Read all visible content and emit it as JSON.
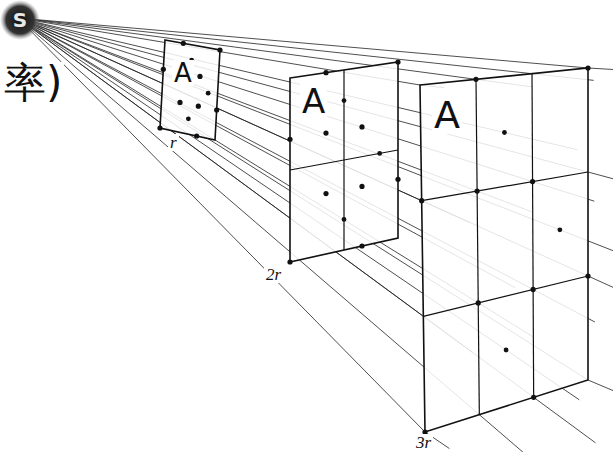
{
  "diagram": {
    "nodes": [
      {
        "text": [
          "S"
        ]
      },
      {
        "text": [
          "A"
        ]
      },
      {
        "text": [
          "A"
        ]
      },
      {
        "text": [
          "A"
        ]
      }
    ],
    "labels": [
      "率)",
      "r",
      "2r",
      "3r"
    ]
  }
}
